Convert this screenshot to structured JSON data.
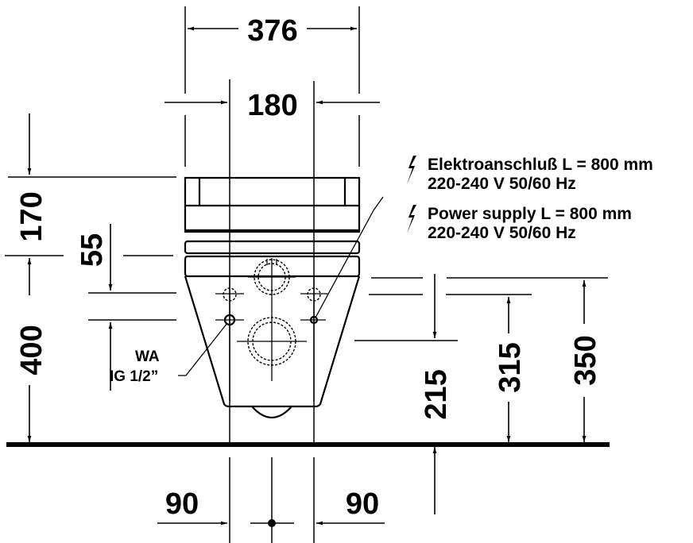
{
  "drawing": {
    "title": "Wall-mounted toilet front view installation drawing",
    "line_color": "#000000",
    "background": "#ffffff"
  },
  "dimensions": {
    "overall_width": "376",
    "fixing_width": "180",
    "seat_height": "170",
    "top_offset": "55",
    "floor_to_top": "400",
    "supply_height_215": "215",
    "supply_height_315": "315",
    "supply_height_350": "350",
    "left_offset": "90",
    "right_offset": "90"
  },
  "annotations": {
    "water_connection": {
      "line1": "WA",
      "line2": "IG 1/2”"
    },
    "electric_de": {
      "icon": "lightning-bolt-icon",
      "line1": "Elektroanschluß L = 800 mm",
      "line2": "220-240 V  50/60 Hz"
    },
    "electric_en": {
      "icon": "lightning-bolt-icon",
      "line1": "Power supply L = 800 mm",
      "line2": "220-240 V  50/60 Hz"
    }
  }
}
